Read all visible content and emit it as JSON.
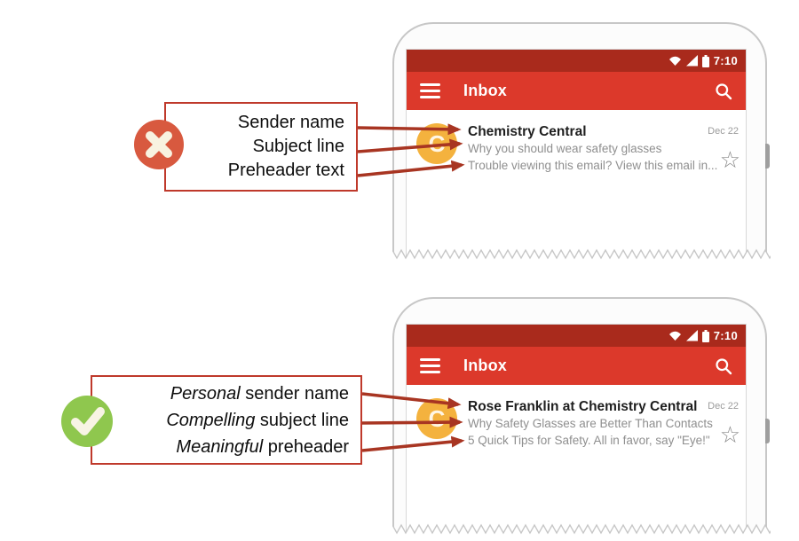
{
  "colors": {
    "statusbar_red": "#a92a1c",
    "appbar_red": "#dc392b",
    "callout_border_red": "#bf392b",
    "arrow_red": "#a83522",
    "bad_badge_orange_red": "#d8593f",
    "good_badge_green": "#8fc74e",
    "avatar_orange": "#f4b23e"
  },
  "icons": {
    "menu-icon": "hamburger-bars",
    "search-icon": "magnifier",
    "wifi-icon": "wifi-wedge",
    "signal-icon": "filled-triangle",
    "battery-icon": "battery",
    "star-icon": "☆",
    "x-icon": "✕",
    "check-icon": "✓"
  },
  "bad": {
    "callout": {
      "lines": [
        {
          "em": "",
          "rest": "Sender name"
        },
        {
          "em": "",
          "rest": "Subject line"
        },
        {
          "em": "",
          "rest": "Preheader text"
        }
      ]
    },
    "phone": {
      "status_time": "7:10",
      "appbar_title": "Inbox",
      "email": {
        "avatar_letter": "C",
        "sender": "Chemistry Central",
        "date": "Dec 22",
        "subject": "Why you should wear safety glasses",
        "preheader": "Trouble viewing this email? View this email in..."
      }
    }
  },
  "good": {
    "callout": {
      "lines": [
        {
          "em": "Personal",
          "rest": " sender name"
        },
        {
          "em": "Compelling",
          "rest": " subject line"
        },
        {
          "em": "Meaningful",
          "rest": " preheader"
        }
      ]
    },
    "phone": {
      "status_time": "7:10",
      "appbar_title": "Inbox",
      "email": {
        "avatar_letter": "C",
        "sender": "Rose Franklin at Chemistry Central",
        "date": "Dec 22",
        "subject": "Why Safety Glasses are Better Than Contacts",
        "preheader": "5 Quick Tips for Safety. All in favor, say \"Eye!\""
      }
    }
  }
}
